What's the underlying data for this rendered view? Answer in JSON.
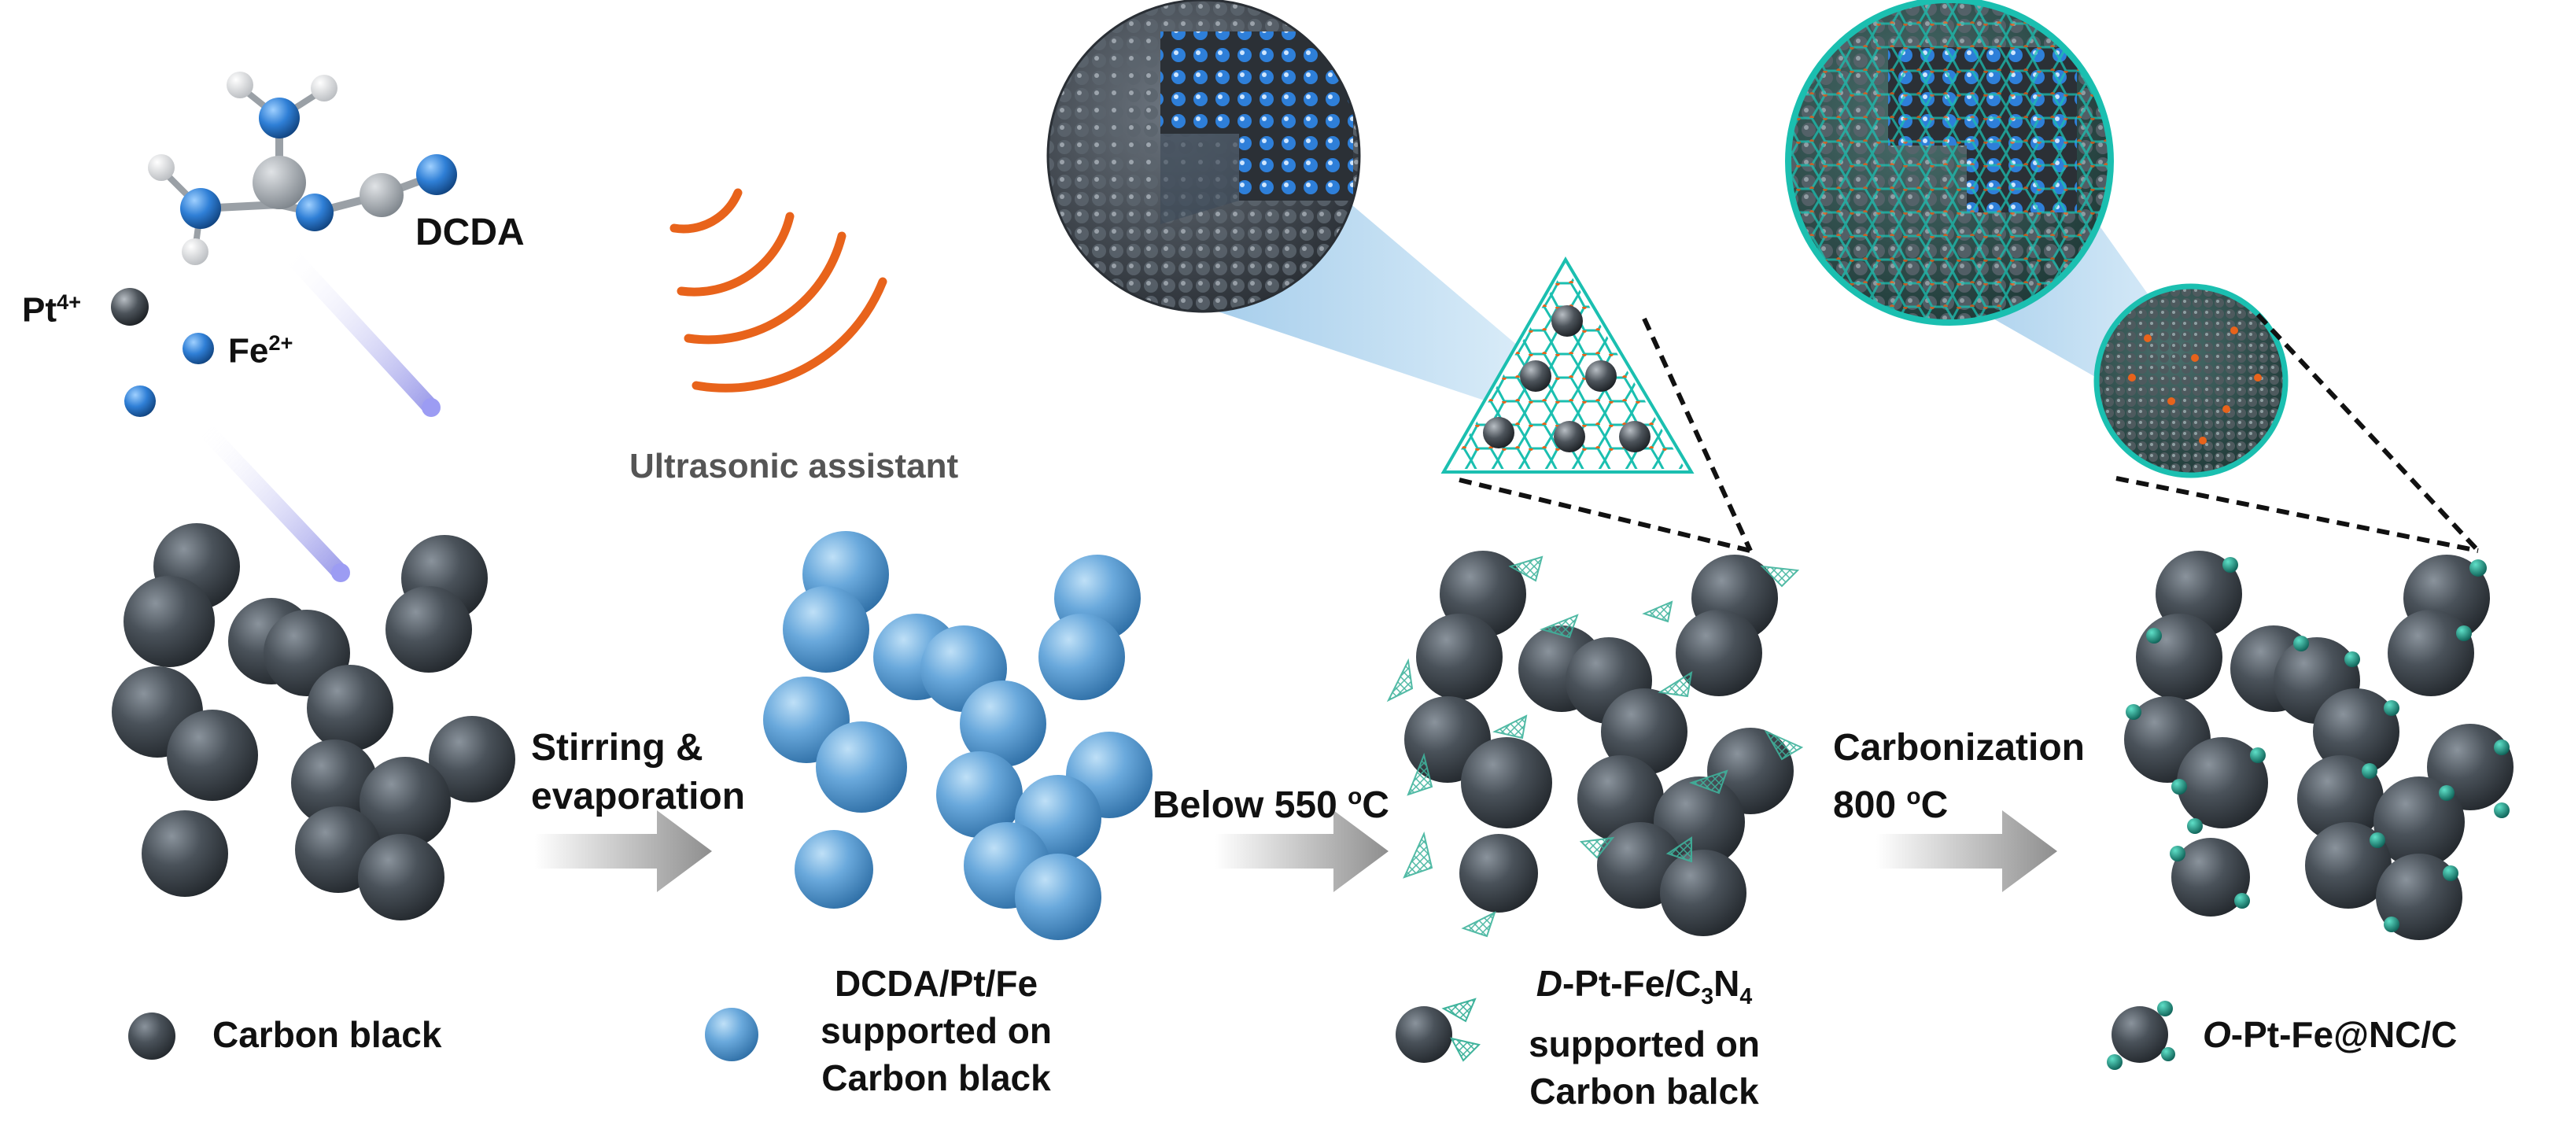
{
  "molecule": {
    "name": "DCDA"
  },
  "ions": {
    "pt": "Pt",
    "pt_charge": "4+",
    "fe": "Fe",
    "fe_charge": "2+"
  },
  "ultrasonic": "Ultrasonic assistant",
  "steps": {
    "step1": [
      "Stirring &",
      "evaporation"
    ],
    "step2_main": "Below 550 ",
    "step2_sup": "o",
    "step2_unit": "C",
    "step3_line1": "Carbonization",
    "step3_main": "800 ",
    "step3_sup": "o",
    "step3_unit": "C"
  },
  "legends": {
    "carbon_black": "Carbon black",
    "dcda": [
      "DCDA/Pt/Fe",
      "supported on",
      "Carbon black"
    ],
    "dpt_prefix": "D",
    "dpt_mid": "-Pt-Fe/C",
    "dpt_sub1": "3",
    "dpt_n": "N",
    "dpt_sub2": "4",
    "dpt_lines": [
      "supported on",
      "Carbon balck"
    ],
    "opt_prefix": "O",
    "opt_rest": "-Pt-Fe@NC/C"
  },
  "colors": {
    "carbon": "#3a4148",
    "dcda_blue": "#5b9fd6",
    "arc_orange": "#e8631b",
    "shell_teal": "#1bbfb0",
    "cone": "#9cc9e8"
  }
}
